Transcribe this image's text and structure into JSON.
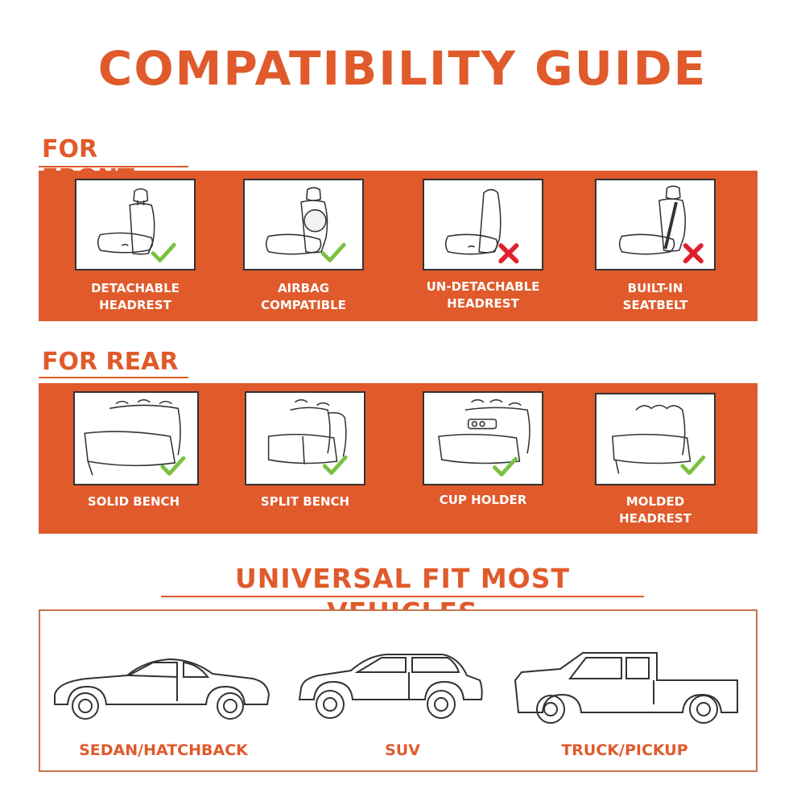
{
  "title": "COMPATIBILITY GUIDE",
  "front": {
    "label": "FOR FRONT",
    "items": [
      {
        "line1": "DETACHABLE",
        "line2": "HEADREST",
        "status": "check"
      },
      {
        "line1": "AIRBAG",
        "line2": "COMPATIBLE",
        "status": "check"
      },
      {
        "line1": "UN-DETACHABLE",
        "line2": "HEADREST",
        "status": "cross"
      },
      {
        "line1": "BUILT-IN",
        "line2": "SEATBELT",
        "status": "cross"
      }
    ]
  },
  "rear": {
    "label": "FOR REAR",
    "items": [
      {
        "line1": "SOLID BENCH",
        "line2": "",
        "status": "check"
      },
      {
        "line1": "SPLIT BENCH",
        "line2": "",
        "status": "check"
      },
      {
        "line1": "CUP HOLDER",
        "line2": "",
        "status": "check"
      },
      {
        "line1": "MOLDED",
        "line2": "HEADREST",
        "status": "check"
      }
    ]
  },
  "universal": {
    "title": "UNIVERSAL FIT MOST VEHICLES",
    "vehicles": [
      {
        "label": "SEDAN/HATCHBACK",
        "icon": "sedan-icon"
      },
      {
        "label": "SUV",
        "icon": "suv-icon"
      },
      {
        "label": "TRUCK/PICKUP",
        "icon": "truck-icon"
      }
    ]
  },
  "colors": {
    "accent": "#e05a2b",
    "check": "#7ac142",
    "cross": "#e0202e"
  }
}
